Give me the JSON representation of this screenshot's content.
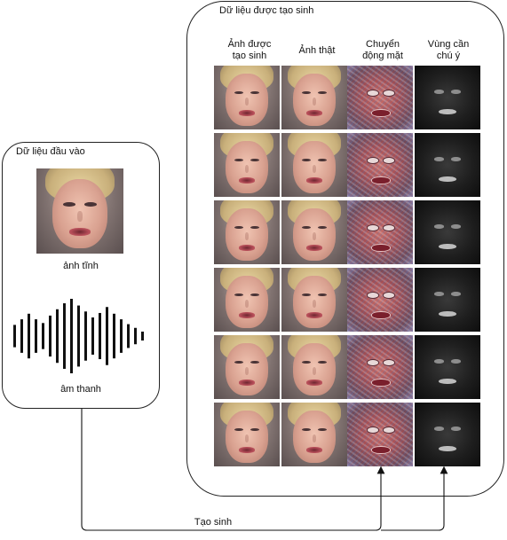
{
  "input_panel": {
    "title": "Dữ liệu đầu vào",
    "image_caption": "ảnh tĩnh",
    "audio_caption": "âm thanh",
    "waveform_bar_levels": [
      0.3,
      0.45,
      0.6,
      0.45,
      0.35,
      0.55,
      0.72,
      0.88,
      1.0,
      0.82,
      0.66,
      0.5,
      0.62,
      0.78,
      0.6,
      0.45,
      0.32,
      0.22,
      0.12
    ]
  },
  "output_panel": {
    "title": "Dữ liệu được tạo sinh",
    "columns": [
      {
        "label_line1": "Ảnh được",
        "label_line2": "tạo sinh"
      },
      {
        "label_line1": "Ảnh thật",
        "label_line2": ""
      },
      {
        "label_line1": "Chuyển",
        "label_line2": "động mặt"
      },
      {
        "label_line1": "Vùng cần",
        "label_line2": "chú ý"
      }
    ],
    "row_count": 6
  },
  "connector": {
    "label": "Tạo sinh"
  }
}
